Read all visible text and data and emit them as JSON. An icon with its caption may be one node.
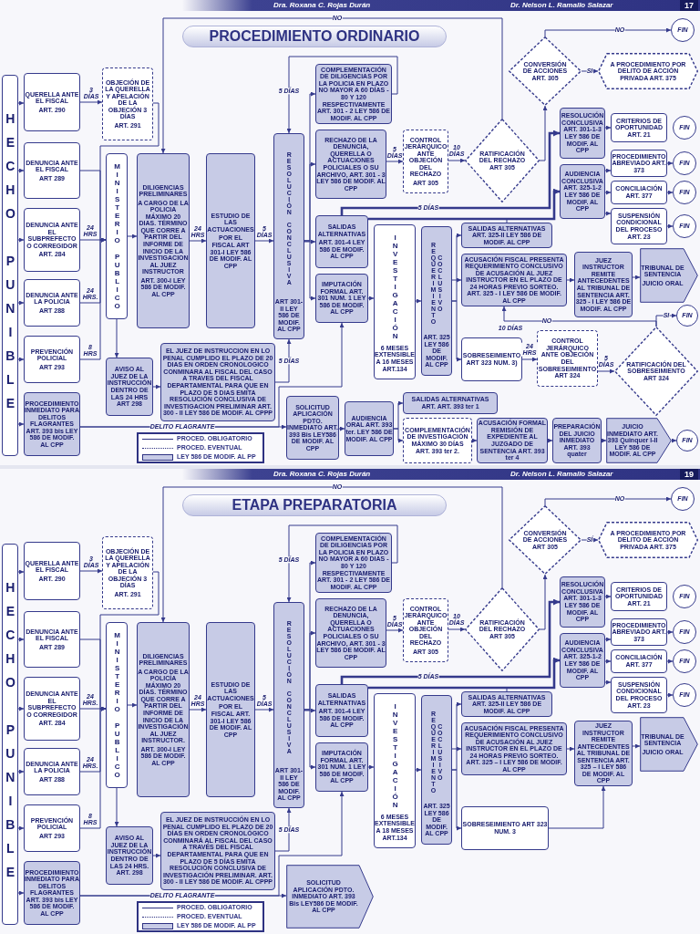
{
  "diagram": {
    "nodes": [
      {
        "text": [
          "PROCEDIMIENTO ORDINARIO"
        ]
      },
      {
        "text": [
          "HECHO PUNIBLE"
        ],
        "in": 0
      },
      {
        "text": [
          "QUERELLA ANTE EL FISCAL",
          "ART. 290"
        ],
        "in": 0
      },
      {
        "text": [
          "OBJECIÓN DE LA QUERELLA Y APELACIÓN DE LA OBJECIÓN 3 DÍAS",
          "ART. 291"
        ],
        "in": 0
      },
      {
        "text": [
          "DENUNCIA ANTE EL FISCAL",
          "ART 289"
        ],
        "in": 0
      },
      {
        "text": [
          "DENUNCIA ANTE EL SUBPREFECTO O CORREGIDOR",
          "ART. 284"
        ],
        "in": 0
      },
      {
        "text": [
          "DENUNCIA ANTE LA POLICIA",
          "ART 288"
        ],
        "in": 0
      },
      {
        "text": [
          "PREVENCIÓN POLICIAL",
          "ART 293"
        ],
        "in": 0
      },
      {
        "text": [
          "PROCEDIMIENTO INMEDIATO PARA DELITOS FLAGRANTES ART. 393 bis LEY 586 DE MODIF. AL CPP"
        ],
        "in": 0
      },
      {
        "text": [
          "MINISTERIO PUBLICO"
        ],
        "in": 0
      },
      {
        "text": [
          "DILIGENCIAS PRELIMINARES",
          "A CARGO DE LA POLICIA MÁXIMO 20 DIAS. TÉRMINO QUE CORRE A PARTIR DEL INFORME DE INICIO DE LA INVESTIGACION AL JUEZ INSTRUCTOR",
          "ART. 300-I LEY 586 DE MODIF. AL CPP"
        ],
        "in": 0
      },
      {
        "text": [
          "AVISO AL JUEZ DE LA INSTRUCCIÓN DENTRO DE LAS 24 HRS ART 298"
        ],
        "in": 0
      },
      {
        "text": [
          "EL JUEZ DE INSTRUCCION EN LO PENAL CUMPLIDO EL PLAZO DE 20 DIAS EN ORDEN CRONOLOGICO CONMINARA AL FISCAL DEL CASO A TRAVES DEL FISCAL DEPARTAMENTAL PARA QUE EN PLAZO DE 5 DIAS EMITA RESOLUCIÓN CONCLUSIVA DE INVESTIGACION PRELIMINAR ART. 300 - II LEY 586 DE MODIF. AL CPPP"
        ],
        "in": 0
      },
      {
        "text": [
          "ESTUDIO DE LAS ACTUACIONES",
          "POR EL FISCAL ART 301-I LEY 586 DE MODIF. AL CPP"
        ],
        "in": 0
      },
      {
        "text": [
          "RESOLUCIÓN CONCLUSIVA",
          "ART 301-II LEY 586 DE MODIF. AL CPP"
        ],
        "in": 0
      },
      {
        "text": [
          "COMPLEMENTACIÓN DE DILIGENCIAS POR LA POLICIA EN PLAZO NO MAYOR A 60 DÍAS - 80 Y 120 RESPECTIVAMENTE ART. 301 - 2 LEY 586 DE MODIF. AL CPP"
        ],
        "in": 0
      },
      {
        "text": [
          "RECHAZO DE LA DENUNCIA, QUERELLA O ACTUACIONES POLICIALES O SU ARCHIVO, ART. 301 - 3 LEY 586 DE MODIF. AL CPP"
        ],
        "in": 0
      },
      {
        "text": [
          "CONTROL JERÁRQUICO ANTE OBJECIÓN DEL RECHAZO",
          "ART 305"
        ],
        "in": 0
      },
      {
        "text": [
          "RATIFICACIÓN DEL RECHAZO ART 305"
        ],
        "in": 0
      },
      {
        "text": [
          "CONVERSIÓN DE ACCIONES ART. 305"
        ],
        "in": 0
      },
      {
        "text": [
          "FIN"
        ],
        "in": 0
      },
      {
        "text": [
          "A PROCEDIMIENTO POR DELITO DE ACCIÓN PRIVADA ART. 375"
        ],
        "in": 0
      },
      {
        "text": [
          "RESOLUCIÓN CONCLUSIVA ART. 301-1-3 LEY 586 DE MODIF. AL CPP"
        ],
        "in": 0
      },
      {
        "text": [
          "CRITERIOS DE OPORTUNIDAD ART. 21"
        ],
        "in": 0
      },
      {
        "text": [
          "FIN"
        ],
        "in": 0
      },
      {
        "text": [
          "AUDIENCIA CONCLUSIVA ART. 325-1-2 LEY 586 DE MODIF. AL CPP"
        ],
        "in": 0
      },
      {
        "text": [
          "PROCEDIMIENTO ABREVIADO ART. 373"
        ],
        "in": 0
      },
      {
        "text": [
          "FIN"
        ],
        "in": 0
      },
      {
        "text": [
          "CONCILIACIÓN ART. 377"
        ],
        "in": 0
      },
      {
        "text": [
          "FIN"
        ],
        "in": 0
      },
      {
        "text": [
          "SUSPENSIÓN CONDICIONAL DEL PROCESO ART. 23"
        ],
        "in": 0
      },
      {
        "text": [
          "FIN"
        ],
        "in": 0
      },
      {
        "text": [
          "SALIDAS ALTERNATIVAS",
          "ART. 301-4 LEY 586 DE MODIF. AL CPP"
        ],
        "in": 0
      },
      {
        "text": [
          "IMPUTACIÓN FORMAL ART. 301 NUM. 1 LEY 586 DE MODIF. AL CPP"
        ],
        "in": 0
      },
      {
        "text": [
          "INVESTIGACIÓN",
          "6 MESES EXTENSIBLE A 16 MESES ART.134"
        ],
        "in": 0
      },
      {
        "text": [
          "REQUERIMIENTO COCLUSIVO",
          "ART. 325 LEY 586 DE MODIF. AL CPP"
        ],
        "in": 0
      },
      {
        "text": [
          "SALIDAS ALTERNATIVAS ART. 325-II LEY 586 DE MODIF. AL CPP"
        ],
        "in": 0
      },
      {
        "text": [
          "ACUSACIÓN FISCAL PRESENTA REQUERIMIENTO CONCLUSIVO DE ACUSACIÓN AL JUEZ INSTRUCTOR EN EL PLAZO DE 24 HORAS PREVIO SORTEO. ART. 325 - I LEY 586 DE MODIF. AL CPP"
        ],
        "in": 0
      },
      {
        "text": [
          "JUEZ INSTRUCTOR REMITE ANTECEDENTES AL TRIBUNAL DE SENTENCIA ART. 325 - I LEY 586 DE MODIF. AL CPP"
        ],
        "in": 0
      },
      {
        "text": [
          "TRIBUNAL DE SENTENCIA",
          "JUICIO ORAL"
        ],
        "in": 0
      },
      {
        "text": [
          "SOBRESEIMIENTO ART 323 NUM. 3)"
        ],
        "in": 0
      },
      {
        "text": [
          "CONTROL JERÁRQUICO ANTE OBJECIÓN DEL SOBRESEIMIENTO ART 324"
        ],
        "in": 0
      },
      {
        "text": [
          "RATIFICACIÓN DEL SOBRESEIMIENTO ART 324"
        ],
        "in": 0
      },
      {
        "text": [
          "FIN"
        ],
        "in": 0
      },
      {
        "text": [
          "SOLICITUD APLICACIÓN PDTO. INMEDIATO ART. 393 Bis LEY586 DE MODIF. AL CPP"
        ],
        "in": 0
      },
      {
        "text": [
          "AUDIENCIA ORAL ART. 393 ter. LEY 586 DE MODIF. AL CPP"
        ],
        "in": 0
      },
      {
        "text": [
          "SALIDAS ALTERNATIVAS ART. ART. 393 ter 1"
        ],
        "in": 0
      },
      {
        "text": [
          "COMPLEMENTACIÓN DE INVESTIGACIÓN MÁXIMO 30 DÍAS ART. 393 ter 2."
        ],
        "in": 0
      },
      {
        "text": [
          "ACUSACIÓN FORMAL REMISIÓN DE EXPEDIENTE AL JUZGADO DE SENTENCIA ART. 393 ter 4"
        ],
        "in": 0
      },
      {
        "text": [
          "PREPARACIÓN DEL JUICIO INMEDIATO ART. 393 quater"
        ],
        "in": 0
      },
      {
        "text": [
          "JUICIO INMEDIATO ART. 393 Quinquer I-II LEY 586 DE MODIF. AL CPP"
        ],
        "in": 0
      },
      {
        "text": [
          "FIN"
        ],
        "in": 0
      },
      {
        "text": [
          "ETAPA PREPARATORIA"
        ]
      },
      {
        "text": [
          "HECHO PUNIBLE"
        ],
        "in": 52
      },
      {
        "text": [
          "QUERELLA ANTE EL FISCAL",
          "ART. 290"
        ],
        "in": 52
      },
      {
        "text": [
          "OBJECIÓN DE LA QUERELLA Y APELACIÓN DE LA OBJECIÓN 3 DÍAS",
          "ART. 291"
        ],
        "in": 52
      },
      {
        "text": [
          "DENUNCIA ANTE EL FISCAL",
          "ART 289"
        ],
        "in": 52
      },
      {
        "text": [
          "DENUNCIA ANTE EL SUBPREFECTO O CORREGIDOR",
          "ART. 284"
        ],
        "in": 52
      },
      {
        "text": [
          "DENUNCIA ANTE LA POLICIA",
          "ART 288"
        ],
        "in": 52
      },
      {
        "text": [
          "PREVENCIÓN POLICIAL",
          "ART 293"
        ],
        "in": 52
      },
      {
        "text": [
          "PROCEDIMIENTO INMEDIATO PARA DELITOS FLAGRANTES ART. 393 bis LEY 586 DE MODIF. AL CPP"
        ],
        "in": 52
      },
      {
        "text": [
          "MINISTERIO PUBLICO"
        ],
        "in": 52
      },
      {
        "text": [
          "DILIGENCIAS PRELIMINARES",
          "A CARGO DE LA POLICÍA MÁXIMO 20 DÍAS. TÉRMINO QUE CORRE A PARTIR DEL INFORME DE INICIO DE LA INVESTIGACIÓN AL JUEZ INSTRUCTOR.",
          "ART. 300-I LEY 586 DE MODIF. AL CPP"
        ],
        "in": 52
      },
      {
        "text": [
          "AVISO AL JUEZ DE LA INSTRUCCIÓN DENTRO DE LAS 24 HRS. ART. 298"
        ],
        "in": 52
      },
      {
        "text": [
          "EL JUEZ DE INSTRUCCIÓN EN LO PENAL CUMPLIDO EL PLAZO DE 20 DÍAS EN ORDEN CRONOLÓGICO CONMINARÁ AL FISCAL DEL CASO A TRAVÉS DEL FISCAL DEPARTAMENTAL PARA QUE EN PLAZO DE 5 DÍAS EMITA RESOLUCIÓN CONCLUSIVA DE INVESTIGACIÓN PRELIMINAR. ART. 300 - II LEY 586 DE MODIF. AL CPPP"
        ],
        "in": 52
      },
      {
        "text": [
          "ESTUDIO DE LAS ACTUACIONES",
          "POR EL FISCAL ART. 301-I LEY 586 DE MODIF. AL CPP"
        ],
        "in": 52
      },
      {
        "text": [
          "RESOLUCIÓN CONCLUSIVA",
          "ART 301-II LEY 586 DE MODIF. AL CPP"
        ],
        "in": 52
      },
      {
        "text": [
          "COMPLEMENTACIÓN DE DILIGENCIAS POR LA POLICIA EN PLAZO NO MAYOR A 60 DIAS - 80 Y 120 RESPECTIVAMENTE ART. 301 - 2 LEY 586 DE MODIF. AL CPP"
        ],
        "in": 52
      },
      {
        "text": [
          "RECHAZO DE LA DENUNCIA, QUERELLA O ACTUACIONES POLICIALES O SU ARCHIVO, ART. 301 - 3 LEY 586 DE MODIF. AL CPP"
        ],
        "in": 52
      },
      {
        "text": [
          "CONTROL JERÁRQUICO ANTE OBJECIÓN DEL RECHAZO",
          "ART 305"
        ],
        "in": 52
      },
      {
        "text": [
          "RATIFICACIÓN DEL RECHAZO ART 305"
        ],
        "in": 52
      },
      {
        "text": [
          "CONVERSIÓN DE ACCIONES ART 305"
        ],
        "in": 52
      },
      {
        "text": [
          "FIN"
        ],
        "in": 52
      },
      {
        "text": [
          "A PROCEDIMIENTO POR DELITO DE ACCIÓN PRIVADA ART. 375"
        ],
        "in": 52
      },
      {
        "text": [
          "RESOLUCIÓN CONCLUSIVA ART. 301-1-3 LEY 586 DE MODIF. AL CPP"
        ],
        "in": 52
      },
      {
        "text": [
          "CRITERIOS DE OPORTUNIDAD ART. 21"
        ],
        "in": 52
      },
      {
        "text": [
          "FIN"
        ],
        "in": 52
      },
      {
        "text": [
          "AUDIENCIA CONCLUSIVA ART. 325-1-2 LEY 586 DE MODIF. AL CPP"
        ],
        "in": 52
      },
      {
        "text": [
          "PROCEDIMIENTO ABREVIADO ART. 373"
        ],
        "in": 52
      },
      {
        "text": [
          "FIN"
        ],
        "in": 52
      },
      {
        "text": [
          "CONCILIACIÓN ART. 377"
        ],
        "in": 52
      },
      {
        "text": [
          "FIN"
        ],
        "in": 52
      },
      {
        "text": [
          "SUSPENSIÓN CONDICIONAL DEL PROCESO ART. 23"
        ],
        "in": 52
      },
      {
        "text": [
          "FIN"
        ],
        "in": 52
      },
      {
        "text": [
          "SALIDAS ALTERNATIVAS",
          "ART. 301-4 LEY 586 DE MODIF. AL CPP"
        ],
        "in": 52
      },
      {
        "text": [
          "IMPUTACIÓN FORMAL ART. 301 NUM. 1 LEY 586 DE MODIF. AL CPP"
        ],
        "in": 52
      },
      {
        "text": [
          "INVESTIGACIÓN",
          "6 MESES EXTENSIBLE A 18 MESES ART.134"
        ],
        "in": 52
      },
      {
        "text": [
          "REQUERIMIENTO COCLUSIVO",
          "ART. 325 LEY 586 DE MODIF. AL CPP"
        ],
        "in": 52
      },
      {
        "text": [
          "SALIDAS ALTERNATIVAS ART. 325-II LEY 586 DE MODIF. AL CPP"
        ],
        "in": 52
      },
      {
        "text": [
          "ACUSACIÓN FISCAL PRESENTA REQUERIMIENTO CONCLUSIVO DE ACUSACIÓN AL JUEZ INSTRUCTOR EN EL PLAZO DE 24 HORAS PREVIO SORTEO. ART. 325 – I LEY 586 DE MODIF. AL CPP"
        ],
        "in": 52
      },
      {
        "text": [
          "JUEZ INSTRUCTOR REMITE ANTECEDENTES AL TRIBUNAL DE SENTENCIA ART. 325 – I LEY 586 DE MODIF. AL CPP"
        ],
        "in": 52
      },
      {
        "text": [
          "TRIBUNAL DE SENTENCIA",
          "JUICIO ORAL"
        ],
        "in": 52
      },
      {
        "text": [
          "SOBRESEIMIENTO ART 323 NUM. 3"
        ],
        "in": 52
      },
      {
        "text": [
          "SOLICITUD APLICACIÓN PDTO. INMEDIATO ART. 393 Bis LEY586 DE MODIF. AL CPP"
        ],
        "in": 52
      }
    ],
    "edges": [
      {
        "from": 1,
        "to": 2,
        "arrow": "to"
      },
      {
        "from": 1,
        "to": 4,
        "arrow": "to"
      },
      {
        "from": 1,
        "to": 5,
        "arrow": "to"
      },
      {
        "from": 1,
        "to": 6,
        "arrow": "to"
      },
      {
        "from": 1,
        "to": 7,
        "arrow": "to"
      },
      {
        "from": 1,
        "to": 8,
        "arrow": "to"
      },
      {
        "from": 2,
        "to": 3,
        "arrow": "to",
        "label": "3 DÍAS"
      },
      {
        "from": 3,
        "to": 9,
        "arrow": "to"
      },
      {
        "from": 4,
        "to": 9,
        "arrow": "to"
      },
      {
        "from": 5,
        "to": 9,
        "arrow": "to",
        "label": "24 HRS"
      },
      {
        "from": 6,
        "to": 9,
        "arrow": "to",
        "label": "24 HRS."
      },
      {
        "from": 7,
        "to": 9,
        "arrow": "to",
        "label": "8 HRS"
      },
      {
        "from": 9,
        "to": 10,
        "arrow": "to"
      },
      {
        "from": 9,
        "to": 11,
        "arrow": "to"
      },
      {
        "from": 11,
        "to": 12,
        "arrow": "to"
      },
      {
        "from": 10,
        "to": 13,
        "arrow": "to",
        "label": "24 HRS"
      },
      {
        "from": 13,
        "to": 14,
        "arrow": "to",
        "label": "5 DÍAS"
      },
      {
        "from": 12,
        "to": 14,
        "arrow": "to",
        "label": "5 DÍAS"
      },
      {
        "from": 14,
        "to": 15,
        "arrow": "to"
      },
      {
        "from": 14,
        "to": 16,
        "arrow": "to"
      },
      {
        "from": 14,
        "to": 32,
        "arrow": "to"
      },
      {
        "from": 14,
        "to": 33,
        "arrow": "to"
      },
      {
        "from": 15,
        "to": 14,
        "arrow": "to",
        "label": "5 DÍAS"
      },
      {
        "from": 16,
        "to": 17,
        "arrow": "to",
        "label": "5 DÍAS"
      },
      {
        "from": 17,
        "to": 18,
        "arrow": "to",
        "label": "10 DÍAS"
      },
      {
        "from": 18,
        "to": 10,
        "arrow": "to",
        "label": "NO"
      },
      {
        "from": 18,
        "to": 19,
        "arrow": "to"
      },
      {
        "from": 19,
        "to": 20,
        "arrow": "to",
        "label": "NO"
      },
      {
        "from": 19,
        "to": 21,
        "arrow": "to",
        "label": "SI"
      },
      {
        "from": 32,
        "to": 22,
        "arrow": "to",
        "label": "5 DÍAS",
        "style": "thick"
      },
      {
        "from": 32,
        "to": 25,
        "arrow": "to",
        "style": "thick"
      },
      {
        "from": 22,
        "to": 23,
        "arrow": "to"
      },
      {
        "from": 25,
        "to": 26,
        "arrow": "to"
      },
      {
        "from": 25,
        "to": 28,
        "arrow": "to"
      },
      {
        "from": 25,
        "to": 30,
        "arrow": "to"
      },
      {
        "from": 26,
        "to": 27,
        "arrow": "to"
      },
      {
        "from": 28,
        "to": 29,
        "arrow": "to"
      },
      {
        "from": 30,
        "to": 31,
        "arrow": "to"
      },
      {
        "from": 33,
        "to": 34,
        "arrow": "to"
      },
      {
        "from": 34,
        "to": 35,
        "arrow": "to"
      },
      {
        "from": 35,
        "to": 36,
        "arrow": "to"
      },
      {
        "from": 35,
        "to": 37,
        "arrow": "to"
      },
      {
        "from": 35,
        "to": 40,
        "arrow": "to"
      },
      {
        "from": 36,
        "to": 25,
        "arrow": "to"
      },
      {
        "from": 37,
        "to": 38,
        "arrow": "to"
      },
      {
        "from": 38,
        "to": 39,
        "arrow": "to"
      },
      {
        "from": 40,
        "to": 41,
        "arrow": "to",
        "label": "24 HRS"
      },
      {
        "from": 41,
        "to": 42,
        "arrow": "to",
        "label": "5 DÍAS"
      },
      {
        "from": 42,
        "to": 43,
        "arrow": "to",
        "label": "SI"
      },
      {
        "from": 42,
        "to": 37,
        "arrow": "to",
        "label": "NO"
      },
      {
        "from": 8,
        "to": 33,
        "arrow": "to"
      },
      {
        "from": 8,
        "to": 44,
        "arrow": "to",
        "label": "DELITO FLAGRANTE"
      },
      {
        "from": 44,
        "to": 45,
        "arrow": "to"
      },
      {
        "from": 45,
        "to": 46,
        "arrow": "to"
      },
      {
        "from": 45,
        "to": 47,
        "arrow": "to"
      },
      {
        "from": 47,
        "to": 48,
        "arrow": "to"
      },
      {
        "from": 48,
        "to": 49,
        "arrow": "to"
      },
      {
        "from": 49,
        "to": 50,
        "arrow": "to"
      },
      {
        "from": 50,
        "to": 51,
        "arrow": "to"
      },
      {
        "from": 53,
        "to": 54,
        "arrow": "to"
      },
      {
        "from": 53,
        "to": 56,
        "arrow": "to"
      },
      {
        "from": 53,
        "to": 57,
        "arrow": "to"
      },
      {
        "from": 53,
        "to": 58,
        "arrow": "to"
      },
      {
        "from": 53,
        "to": 59,
        "arrow": "to"
      },
      {
        "from": 53,
        "to": 60,
        "arrow": "to"
      },
      {
        "from": 54,
        "to": 55,
        "arrow": "to",
        "label": "3 DÍAS"
      },
      {
        "from": 55,
        "to": 61,
        "arrow": "to"
      },
      {
        "from": 56,
        "to": 61,
        "arrow": "to"
      },
      {
        "from": 57,
        "to": 61,
        "arrow": "to",
        "label": "24 HRS."
      },
      {
        "from": 58,
        "to": 61,
        "arrow": "to",
        "label": "24 HRS."
      },
      {
        "from": 59,
        "to": 61,
        "arrow": "to",
        "label": "8 HRS"
      },
      {
        "from": 61,
        "to": 62,
        "arrow": "to"
      },
      {
        "from": 61,
        "to": 63,
        "arrow": "to"
      },
      {
        "from": 63,
        "to": 64,
        "arrow": "to"
      },
      {
        "from": 62,
        "to": 65,
        "arrow": "to",
        "label": "24 HRS"
      },
      {
        "from": 65,
        "to": 66,
        "arrow": "to",
        "label": "5 DÍAS"
      },
      {
        "from": 64,
        "to": 66,
        "arrow": "to",
        "label": "5 DÍAS"
      },
      {
        "from": 66,
        "to": 67,
        "arrow": "to"
      },
      {
        "from": 66,
        "to": 68,
        "arrow": "to"
      },
      {
        "from": 66,
        "to": 84,
        "arrow": "to"
      },
      {
        "from": 66,
        "to": 85,
        "arrow": "to"
      },
      {
        "from": 67,
        "to": 66,
        "arrow": "to",
        "label": "5 DÍAS"
      },
      {
        "from": 68,
        "to": 69,
        "arrow": "to",
        "label": "5 DÍAS"
      },
      {
        "from": 69,
        "to": 70,
        "arrow": "to",
        "label": "10 DÍAS"
      },
      {
        "from": 70,
        "to": 62,
        "arrow": "to",
        "label": "NO"
      },
      {
        "from": 70,
        "to": 71,
        "arrow": "to"
      },
      {
        "from": 71,
        "to": 72,
        "arrow": "to",
        "label": "NO"
      },
      {
        "from": 71,
        "to": 73,
        "arrow": "to",
        "label": "SÍ"
      },
      {
        "from": 84,
        "to": 74,
        "arrow": "to",
        "label": "5 DÍAS",
        "style": "thick"
      },
      {
        "from": 84,
        "to": 77,
        "arrow": "to",
        "style": "thick"
      },
      {
        "from": 74,
        "to": 75,
        "arrow": "to"
      },
      {
        "from": 77,
        "to": 78,
        "arrow": "to"
      },
      {
        "from": 77,
        "to": 80,
        "arrow": "to"
      },
      {
        "from": 77,
        "to": 82,
        "arrow": "to"
      },
      {
        "from": 78,
        "to": 79,
        "arrow": "to"
      },
      {
        "from": 80,
        "to": 81,
        "arrow": "to"
      },
      {
        "from": 82,
        "to": 83,
        "arrow": "to"
      },
      {
        "from": 85,
        "to": 86,
        "arrow": "to"
      },
      {
        "from": 86,
        "to": 87,
        "arrow": "to"
      },
      {
        "from": 87,
        "to": 88,
        "arrow": "to"
      },
      {
        "from": 87,
        "to": 89,
        "arrow": "to"
      },
      {
        "from": 87,
        "to": 92,
        "arrow": "to"
      },
      {
        "from": 88,
        "to": 77,
        "arrow": "to"
      },
      {
        "from": 89,
        "to": 90,
        "arrow": "to"
      },
      {
        "from": 90,
        "to": 91,
        "arrow": "to"
      },
      {
        "from": 92,
        "to": 90,
        "arrow": "to"
      },
      {
        "from": 60,
        "to": 85,
        "arrow": "to"
      },
      {
        "from": 60,
        "to": 93,
        "arrow": "to",
        "label": "DELITO FLAGRANTE"
      }
    ],
    "labels": [
      "Dra. Roxana C. Rojas Durán",
      "Dr. Nelson L. Ramallo Salazar",
      "17",
      "10 DÍAS",
      "Dra. Roxana C. Rojas Durán",
      "Dr. Nelson L. Ramallo Salazar",
      "19"
    ],
    "legend": [
      {
        "text": "PROCED. OBLIGATORIO"
      },
      {
        "text": "PROCED. EVENTUAL"
      },
      {
        "text": "LEY 586 DE MODIF. AL PP",
        "color": "#c7cbe6"
      },
      {
        "text": "PROCED. OBLIGATORIO"
      },
      {
        "text": "PROCED. EVENTUAL"
      },
      {
        "text": "LEY 586 DE MODIF. AL PP",
        "color": "#c7cbe6"
      }
    ]
  }
}
